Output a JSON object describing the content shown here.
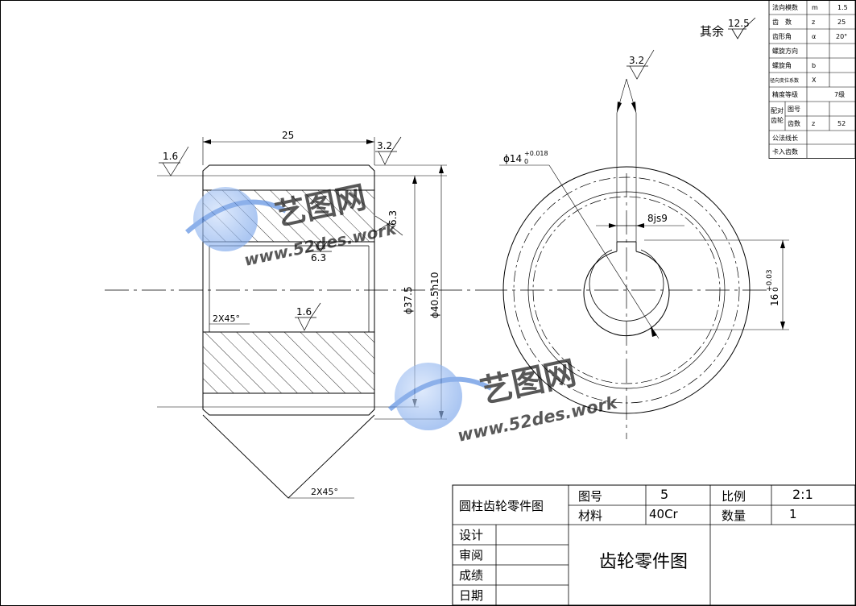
{
  "gear_params": [
    {
      "name": "法向模数",
      "symbol": "m",
      "value": "1.5"
    },
    {
      "name": "齿　数",
      "symbol": "z",
      "value": "25"
    },
    {
      "name": "齿形角",
      "symbol": "α",
      "value": "20°"
    },
    {
      "name": "螺旋方向",
      "symbol": "",
      "value": ""
    },
    {
      "name": "螺旋角",
      "symbol": "b",
      "value": ""
    },
    {
      "name": "径向变位系数",
      "symbol": "X",
      "value": ""
    },
    {
      "name": "精度等级",
      "symbol": "",
      "value": "7级"
    }
  ],
  "mating": {
    "label_1": "配对",
    "label_2": "齿轮",
    "row1_name": "图号",
    "row2_name": "齿数",
    "row2_symbol": "z",
    "row2_value": "52"
  },
  "extra_params": [
    {
      "name": "公法线长"
    },
    {
      "name": "卡入齿数"
    }
  ],
  "roughness_default": {
    "prefix": "其余",
    "value": "12.5"
  },
  "dimensions": {
    "width": "25",
    "ra_top_left": "1.6",
    "ra_top_right": "3.2",
    "ra_side": "6.3",
    "ra_bore_top": "6.3",
    "ra_bore": "1.6",
    "dia_bore": "ϕ37.5",
    "dia_outer": "ϕ40.5h10",
    "chamfer_1": "2X45°",
    "chamfer_2": "2X45°",
    "ra_keyway": "3.2",
    "hole_dia": "ϕ14",
    "hole_tol_upper": "+0.018",
    "hole_tol_lower": "0",
    "keyway_width": "8js9",
    "keyway_depth": "16",
    "keyway_tol_upper": "+0.03",
    "keyway_tol_lower": "0"
  },
  "title_block": {
    "part_name": "圆柱齿轮零件图",
    "drawing_no_label": "图号",
    "drawing_no": "5",
    "scale_label": "比例",
    "scale": "2:1",
    "material_label": "材料",
    "material": "40Cr",
    "qty_label": "数量",
    "qty": "1",
    "design": "设计",
    "review": "审阅",
    "grade": "成绩",
    "date": "日期",
    "drawing_title": "齿轮零件图"
  },
  "watermark": {
    "brand": "艺图网",
    "url": "www.52des.work"
  },
  "colors": {
    "line": "#000000",
    "watermark": "#2f6fd6",
    "paper": "#ffffff"
  }
}
